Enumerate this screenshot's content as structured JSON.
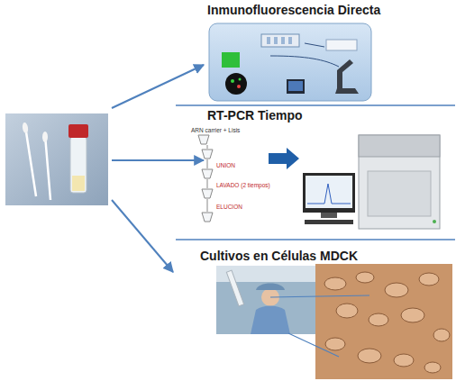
{
  "diagram": {
    "nodes": [
      {
        "text": [
          "Inmunofluorescencia Directa"
        ]
      },
      {
        "text": [
          "RT-PCR Tiempo"
        ]
      },
      {
        "text": [
          "Cultivos en Células MDCK"
        ]
      }
    ],
    "labels": [
      "ARN carrier + Lisis",
      "UNION",
      "LAVADO (2 tiempos)",
      "ELUCION"
    ]
  }
}
